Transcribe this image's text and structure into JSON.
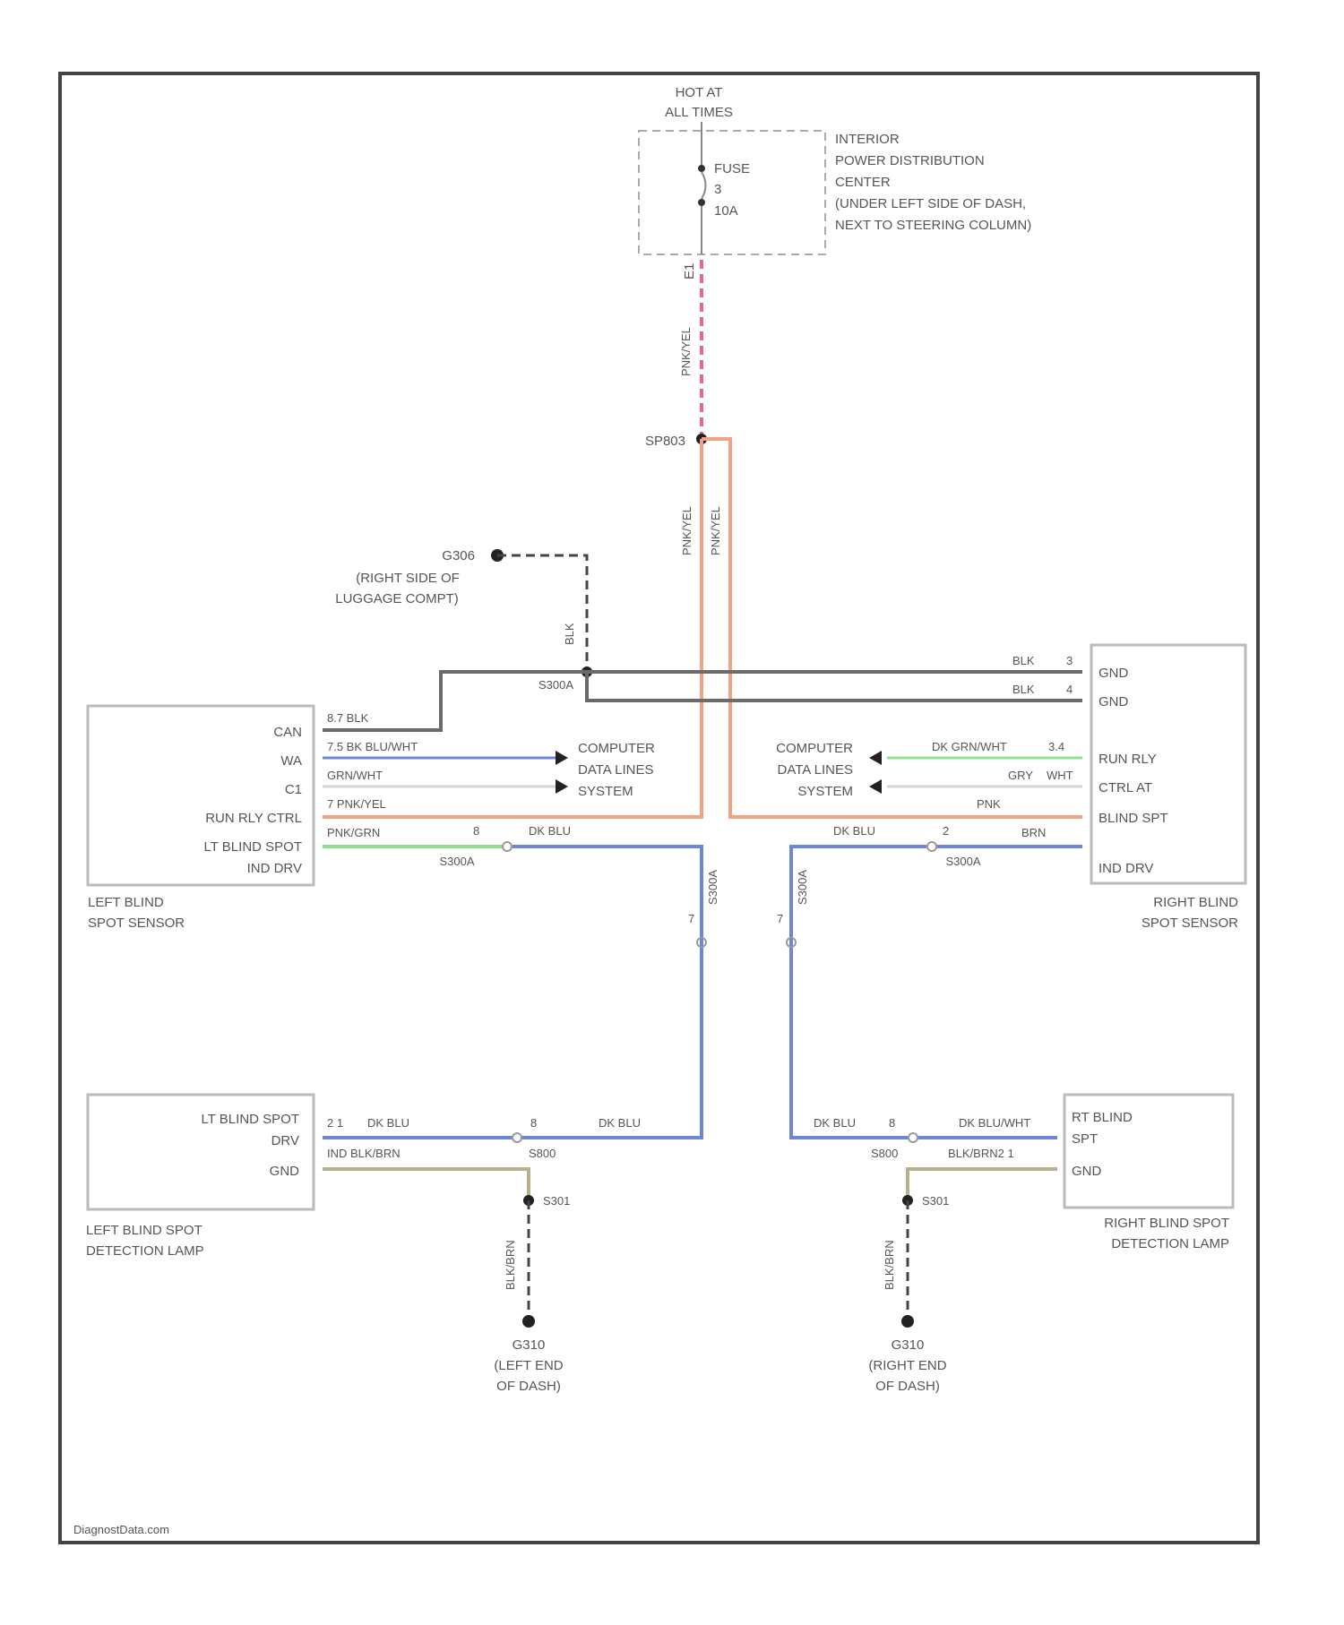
{
  "colors": {
    "pnk_yel": "#e7688c",
    "pnk_yel_solid": "#f0a384",
    "dk_blu": "#6e86d6",
    "dk_grn": "#8ee08e",
    "wht": "#d6d6d6",
    "blk": "#6a6a6a",
    "blk_brn": "#b7b08e",
    "frame": "#444444",
    "box": "#bbbbbb"
  },
  "power": {
    "hot_line1": "HOT AT",
    "hot_line2": "ALL TIMES"
  },
  "fuse": {
    "label": "FUSE",
    "number": "3",
    "rating": "10A",
    "pin": "E1"
  },
  "ipdc": {
    "line1": "INTERIOR",
    "line2": "POWER DISTRIBUTION",
    "line3": "CENTER",
    "line4": "(UNDER LEFT SIDE OF DASH,",
    "line5": "NEXT TO STEERING COLUMN)"
  },
  "splice": {
    "name": "SP803"
  },
  "ground_top": {
    "id": "G306",
    "line1": "(RIGHT SIDE OF",
    "line2": "LUGGAGE COMPT)",
    "wire": "BLK",
    "splice": "S300A"
  },
  "left_sensor": {
    "pins": [
      "CAN",
      "WA",
      "C1",
      "RUN RLY CTRL",
      "LT BLIND SPOT",
      "IND DRV"
    ],
    "name_line1": "LEFT BLIND",
    "name_line2": "SPOT SENSOR",
    "wires": [
      "8.7 BLK",
      "7.5 BK BLU/WHT",
      "GRN/WHT",
      "7 PNK/YEL",
      "PNK/GRN"
    ],
    "conn": "S300A"
  },
  "right_sensor": {
    "pins": [
      "GND",
      "GND",
      "RUN RLY",
      "CTRL AT",
      "BLIND SPT",
      "IND DRV"
    ],
    "name_line1": "RIGHT BLIND",
    "name_line2": "SPOT SENSOR",
    "wires": [
      "BLK",
      "3",
      "BLK",
      "4",
      "DK GRN/WHT",
      "3.4",
      "GRY",
      "WHT",
      "PNK",
      "BRN"
    ],
    "conn": "S300A"
  },
  "computer_data": {
    "line1": "COMPUTER",
    "line2": "DATA LINES",
    "line3": "SYSTEM"
  },
  "wire_labels": {
    "pnk_yel": "PNK/YEL",
    "dk_blu": "DK BLU",
    "blk_brn": "BLK/BRN",
    "blk": "BLK",
    "s300a": "S300A",
    "ind_blkbrn": "IND  BLK/BRN",
    "rt_brn": "BLK/BRN2  1",
    "tag_7": "7",
    "tag_8": "8",
    "tag_2": "2",
    "tag_23": "2  1"
  },
  "left_lamp": {
    "pins": [
      "LT BLIND SPOT",
      "DRV",
      "GND"
    ],
    "name_line1": "LEFT BLIND SPOT",
    "name_line2": "DETECTION LAMP",
    "splice": "S301",
    "ground": "G310",
    "g_line1": "(LEFT END",
    "g_line2": "OF DASH)",
    "conn": "S800"
  },
  "right_lamp": {
    "pins": [
      "RT BLIND",
      "SPT",
      "GND"
    ],
    "name_line1": "RIGHT BLIND SPOT",
    "name_line2": "DETECTION LAMP",
    "splice": "S301",
    "ground": "G310",
    "g_line1": "(RIGHT END",
    "g_line2": "OF DASH)",
    "conn": "S800",
    "wire_top": "DK BLU/WHT"
  },
  "footer": {
    "watermark": "DiagnostData.com"
  }
}
